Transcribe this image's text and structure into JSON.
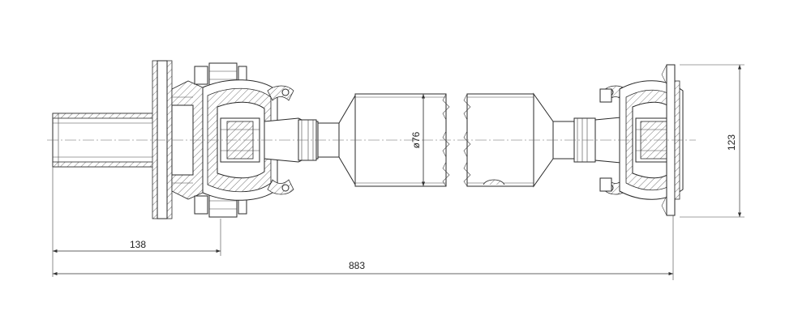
{
  "dimensions": {
    "flange_offset": "138",
    "overall_length": "883",
    "tube_diameter": "ø76",
    "flange_height": "123"
  },
  "colors": {
    "line": "#2a2a2a",
    "background": "#ffffff"
  }
}
